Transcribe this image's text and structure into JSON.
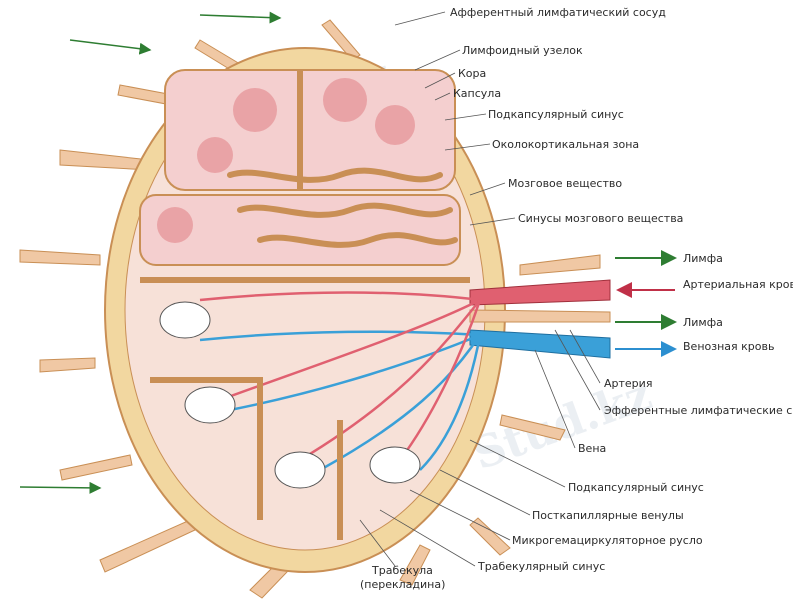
{
  "labels": {
    "afferent_vessel": "Афферентный лимфатический сосуд",
    "lymphoid_nodule": "Лимфоидный узелок",
    "cortex": "Кора",
    "capsule": "Капсула",
    "subcapsular_sinus_top": "Подкапсулярный синус",
    "paracortical_zone": "Околокортикальная зона",
    "medulla": "Мозговое вещество",
    "medullary_cords": "Синусы мозгового вещества",
    "lymph_1": "Лимфа",
    "arterial_blood": "Артериальная кровь",
    "lymph_2": "Лимфа",
    "venous_blood": "Венозная кровь",
    "artery": "Артерия",
    "efferent_vessels": "Эфферентные лимфатические сосуды",
    "vein": "Вена",
    "subcapsular_sinus_bottom": "Подкапсулярный синус",
    "postcapillary_venules": "Посткапиллярные венулы",
    "microcirculatory_bed": "Микрогемациркуляторное русло",
    "trabecular_sinus": "Трабекулярный синус",
    "trabecula": "Трабекула",
    "trabecula_note": "(перекладина)"
  },
  "watermark": "Stud.kz",
  "colors": {
    "capsule": "#f2d7a0",
    "capsule_edge": "#c98f55",
    "tissue": "#f7e1d8",
    "nodule": "#e9a3a6",
    "vessel": "#f0c39b",
    "artery": "#e06070",
    "vein": "#3aa0d8",
    "lymph_arrow": "#2e7d32",
    "blood_arrow": "#c03048",
    "vein_arrow": "#2c8fd0"
  }
}
